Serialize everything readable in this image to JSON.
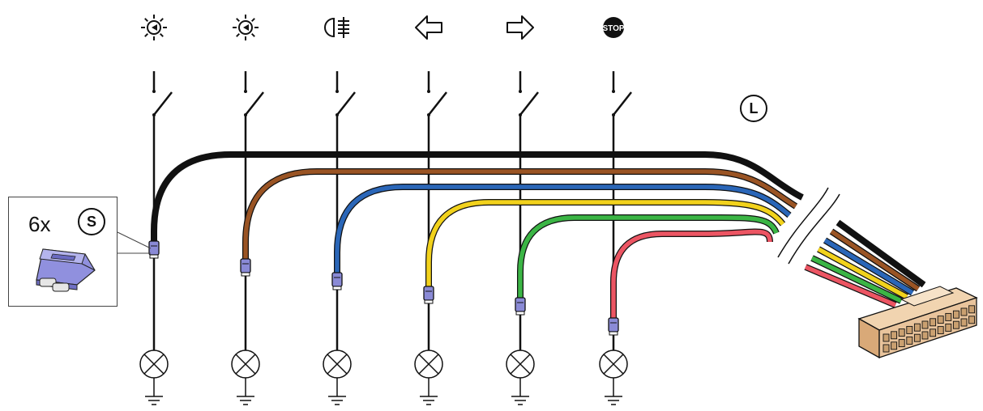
{
  "callout": {
    "quantity": "6x",
    "part_label": "S"
  },
  "harness_label": "L",
  "stop_text": "STOP",
  "icons": [
    "reversing-lamp-icon",
    "reversing-lamp-icon",
    "rear-fog-lamp-icon",
    "turn-left-arrow-icon",
    "turn-right-arrow-icon",
    "stop-lamp-icon"
  ],
  "colors": {
    "wire_black": "#111111",
    "wire_brown": "#9a5424",
    "wire_blue": "#2a66b8",
    "wire_yellow": "#f2d21c",
    "wire_green": "#3bb545",
    "wire_red": "#ec5563",
    "splice_connector": "#8a8ad6",
    "harness_connector": "#e9c49c"
  }
}
